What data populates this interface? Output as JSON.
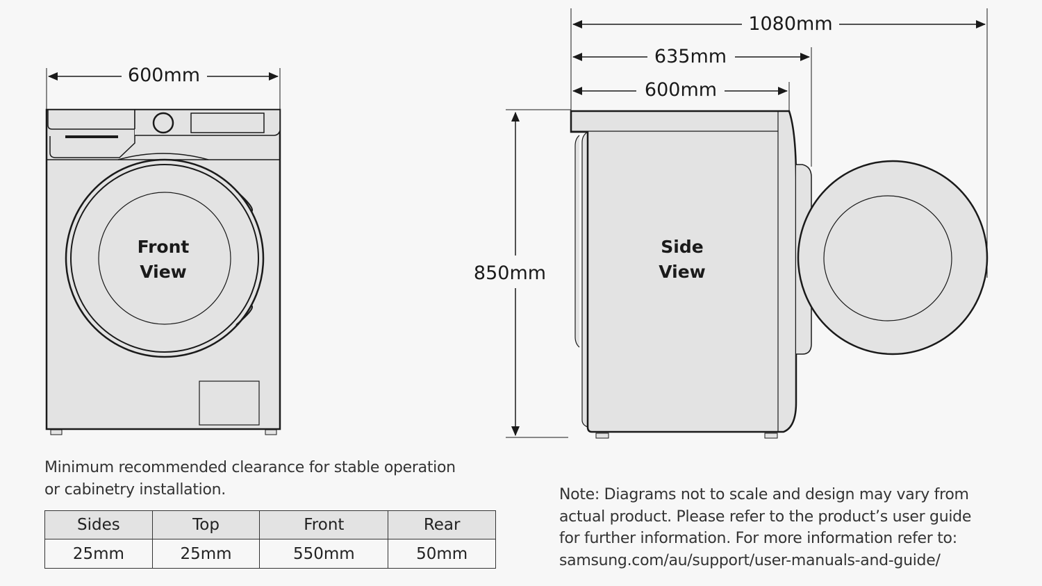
{
  "front_view": {
    "label_line1": "Front",
    "label_line2": "View",
    "width_dim": "600mm"
  },
  "side_view": {
    "label_line1": "Side",
    "label_line2": "View",
    "depth_total": "1080mm",
    "depth_with_door": "635mm",
    "depth_body": "600mm",
    "height_dim": "850mm"
  },
  "clearance": {
    "caption_line1": "Minimum recommended clearance for stable operation",
    "caption_line2": "or cabinetry installation.",
    "headers": [
      "Sides",
      "Top",
      "Front",
      "Rear"
    ],
    "values": [
      "25mm",
      "25mm",
      "550mm",
      "50mm"
    ]
  },
  "note": {
    "line1": "Note: Diagrams not to scale and design may vary from",
    "line2": "actual product. Please refer to the product’s user guide",
    "line3": "for further information. For more information refer to:",
    "line4": "samsung.com/au/support/user-manuals-and-guide/"
  },
  "colors": {
    "background": "#f7f7f7",
    "fill": "#e3e3e3",
    "line": "#1a1a1a"
  }
}
